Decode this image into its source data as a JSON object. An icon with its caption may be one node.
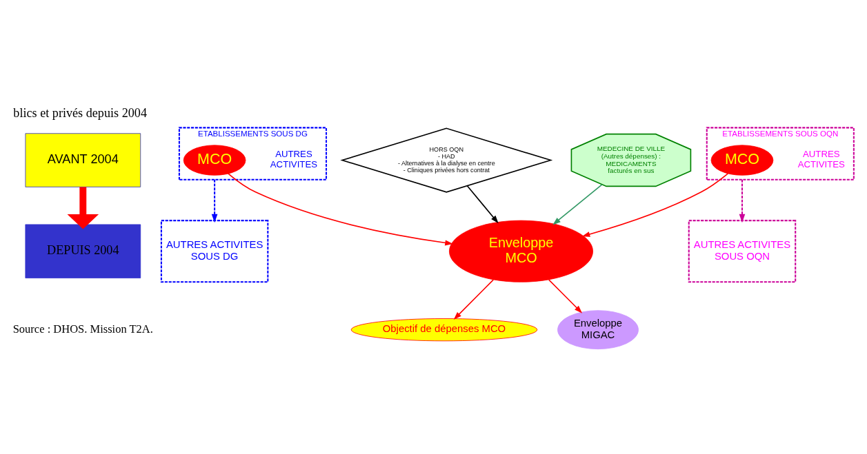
{
  "diagram": {
    "title": "blics et privés depuis 2004",
    "caption": "Source : DHOS. Mission T2A.",
    "nodes": [
      {
        "text": [
          "AVANT 2004"
        ]
      },
      {
        "text": [
          "DEPUIS 2004"
        ]
      },
      {
        "text": [
          "ETABLISSEMENTS SOUS DG"
        ]
      },
      {
        "text": [
          "MCO"
        ],
        "in": 2
      },
      {
        "text": [
          "ETABLISSEMENTS SOUS OQN"
        ]
      },
      {
        "text": [
          "MCO"
        ],
        "in": 4
      },
      {
        "text": [
          "HORS OQN",
          "- HAD",
          "- Alternatives à la dialyse en centre",
          "- Cliniques privées hors contrat"
        ]
      },
      {
        "text": [
          "MEDECINE DE VILLE",
          "(Autres dépenses) :",
          "MEDICAMENTS",
          "facturés en sus"
        ]
      },
      {
        "text": [
          "Enveloppe",
          "MCO"
        ]
      },
      {
        "text": [
          "AUTRES ACTIVITES",
          "SOUS DG"
        ]
      },
      {
        "text": [
          "AUTRES ACTIVITES",
          "SOUS OQN"
        ]
      },
      {
        "text": [
          "Objectif de dépenses MCO"
        ]
      },
      {
        "text": [
          "Enveloppe",
          "MIGAC"
        ]
      }
    ],
    "edges": [
      {
        "from": 0,
        "to": 1,
        "arrow": "to",
        "style": "thick",
        "color": "#ff0000"
      },
      {
        "from": 2,
        "to": 9,
        "arrow": "to",
        "style": "dashed",
        "color": "#0000ff"
      },
      {
        "from": 3,
        "to": 8,
        "arrow": "to",
        "color": "#ff0000"
      },
      {
        "from": 5,
        "to": 8,
        "arrow": "to",
        "color": "#ff0000"
      },
      {
        "from": 4,
        "to": 10,
        "arrow": "to",
        "style": "dashed",
        "color": "#cc0099"
      },
      {
        "from": 6,
        "to": 8,
        "arrow": "to",
        "color": "#000000"
      },
      {
        "from": 7,
        "to": 8,
        "arrow": "to",
        "color": "#339966"
      },
      {
        "from": 8,
        "to": 11,
        "arrow": "to",
        "color": "#ff0000"
      },
      {
        "from": 8,
        "to": 12,
        "arrow": "to",
        "color": "#ff0000"
      }
    ],
    "labels": [
      "AUTRES ACTIVITES",
      "AUTRES ACTIVITES"
    ]
  }
}
